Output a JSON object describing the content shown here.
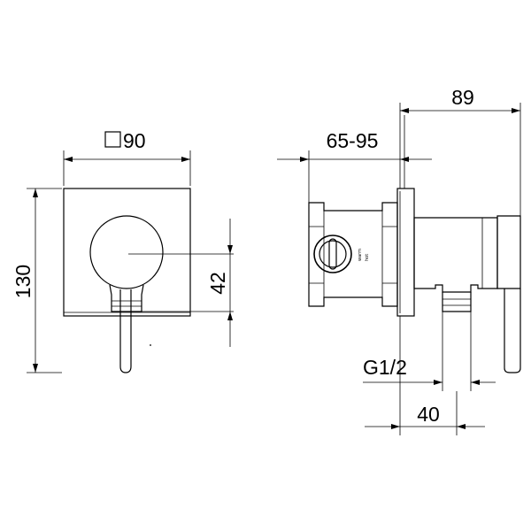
{
  "dimensions": {
    "front_width": "90",
    "front_height": "130",
    "handle_offset": "42",
    "depth_overall": "89",
    "depth_range": "65-95",
    "thread": "G1/2",
    "outlet_offset": "40"
  },
  "labels": {
    "valve_marking_1": "warm",
    "valve_marking_2": "hot"
  }
}
